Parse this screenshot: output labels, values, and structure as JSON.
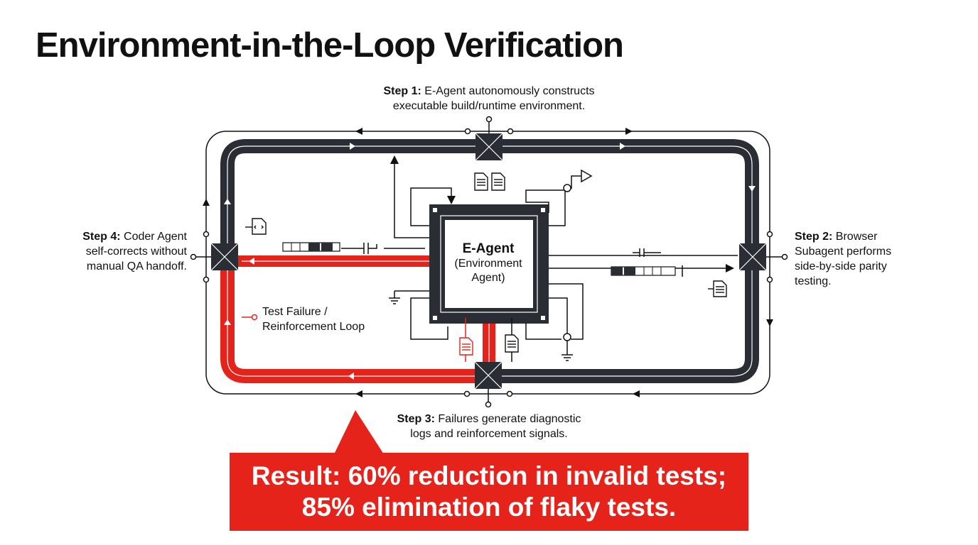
{
  "title": "Environment-in-the-Loop Verification",
  "steps": {
    "step1": {
      "label": "Step 1:",
      "line1": "E-Agent autonomously constructs",
      "line2": "executable build/runtime environment."
    },
    "step2": {
      "label": "Step 2:",
      "line1": "Browser",
      "line2": "Subagent performs",
      "line3": "side-by-side parity",
      "line4": "testing."
    },
    "step3": {
      "label": "Step 3:",
      "line1": "Failures generate diagnostic",
      "line2": "logs and reinforcement signals."
    },
    "step4": {
      "label": "Step 4:",
      "line1": "Coder Agent",
      "line2": "self-corrects without",
      "line3": "manual QA handoff."
    }
  },
  "core": {
    "line1": "E-Agent",
    "line2": "(Environment",
    "line3": "Agent)"
  },
  "loop_label": {
    "line1": "Test Failure /",
    "line2": "Reinforcement Loop"
  },
  "result": {
    "line1": "Result: 60% reduction in invalid tests;",
    "line2": "85% elimination of flaky tests."
  },
  "colors": {
    "accent": "#e5231b",
    "dark": "#2a2d33",
    "text": "#111111",
    "background": "#ffffff"
  }
}
